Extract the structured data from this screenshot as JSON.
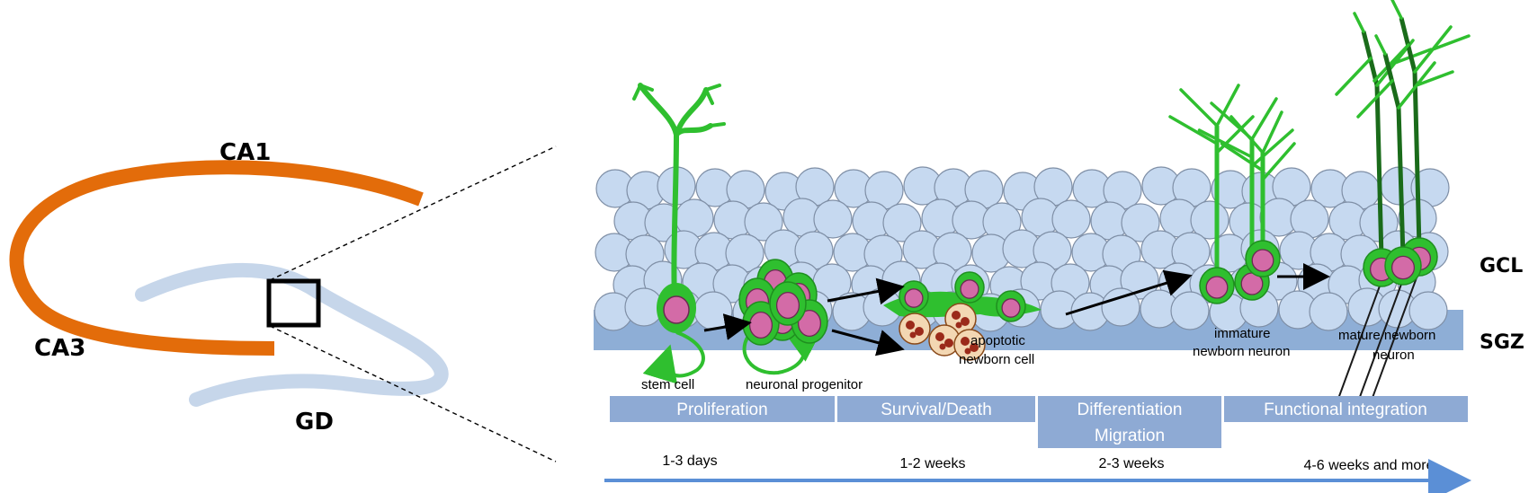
{
  "regions": {
    "ca1": "CA1",
    "ca3": "CA3",
    "gd": "GD"
  },
  "layers": {
    "gcl": "GCL",
    "sgz": "SGZ"
  },
  "cell_labels": {
    "stem_cell": "stem cell",
    "neuronal_progenitor": "neuronal progenitor",
    "apoptotic_line1": "apoptotic",
    "apoptotic_line2": "newborn cell",
    "immature_line1": "immature",
    "immature_line2": "newborn neuron",
    "mature_line1": "mature newborn",
    "mature_line2": "neuron"
  },
  "stages": [
    {
      "label": "Proliferation"
    },
    {
      "label": "Survival/Death"
    },
    {
      "label_line1": "Differentiation",
      "label_line2": "Migration"
    },
    {
      "label": "Functional integration"
    }
  ],
  "timeline": [
    "1-3 days",
    "1-2 weeks",
    "2-3 weeks",
    "4-6 weeks and more"
  ],
  "colors": {
    "ca_arc": "#e36c0a",
    "gd_arc": "#c6d6ea",
    "cell_fill": "#c6d9f0",
    "cell_stroke": "#7f8fa6",
    "sgz_band": "#8eaed6",
    "neuron_green": "#2fbf2f",
    "neuron_dark": "#1a6b1a",
    "nucleus": "#d36ba7",
    "stage_box": "#8eaad4",
    "timeline_arrow": "#5b8fd6"
  }
}
